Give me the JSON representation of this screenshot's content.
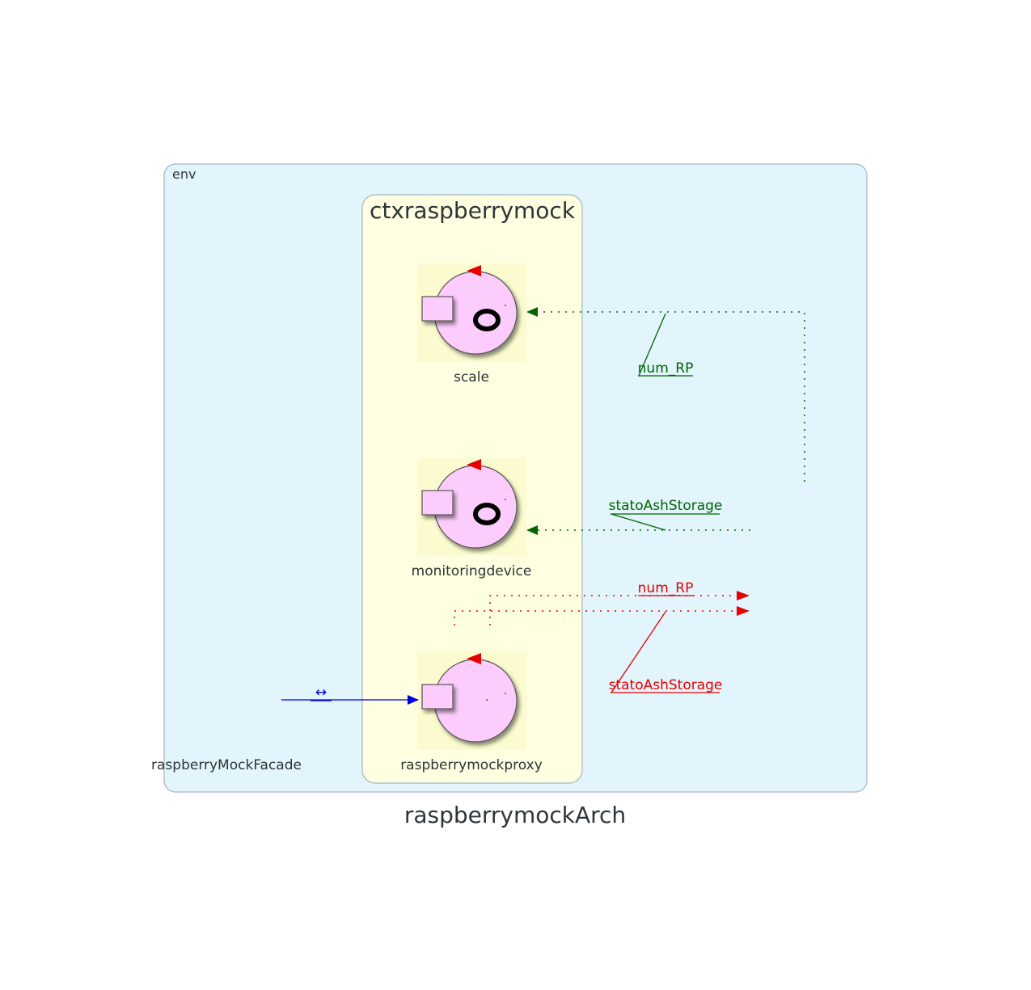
{
  "diagram": {
    "caption": "raspberrymockArch",
    "env_label": "env",
    "context_label": "ctxraspberrymock",
    "nodes": {
      "scale": "scale",
      "monitoringdevice": "monitoringdevice",
      "raspberrymockproxy": "raspberrymockproxy",
      "raspberryMockFacade": "raspberryMockFacade"
    },
    "edge_labels": {
      "green_num_rp": "num_RP",
      "green_stato": "statoAshStorage",
      "red_num_rp": "num_RP",
      "red_stato": "statoAshStorage",
      "blue_arrow": "↔"
    }
  },
  "colors": {
    "env_fill": "#e2f4fc",
    "env_stroke": "#a6b4c1",
    "context_fill": "#fefee0",
    "context_stroke": "#a6b4c1",
    "node_fill": "#fcccfc",
    "icon_bg": "#fbfbcf",
    "green": "#006400",
    "red": "#e60000",
    "blue": "#0000e6"
  }
}
